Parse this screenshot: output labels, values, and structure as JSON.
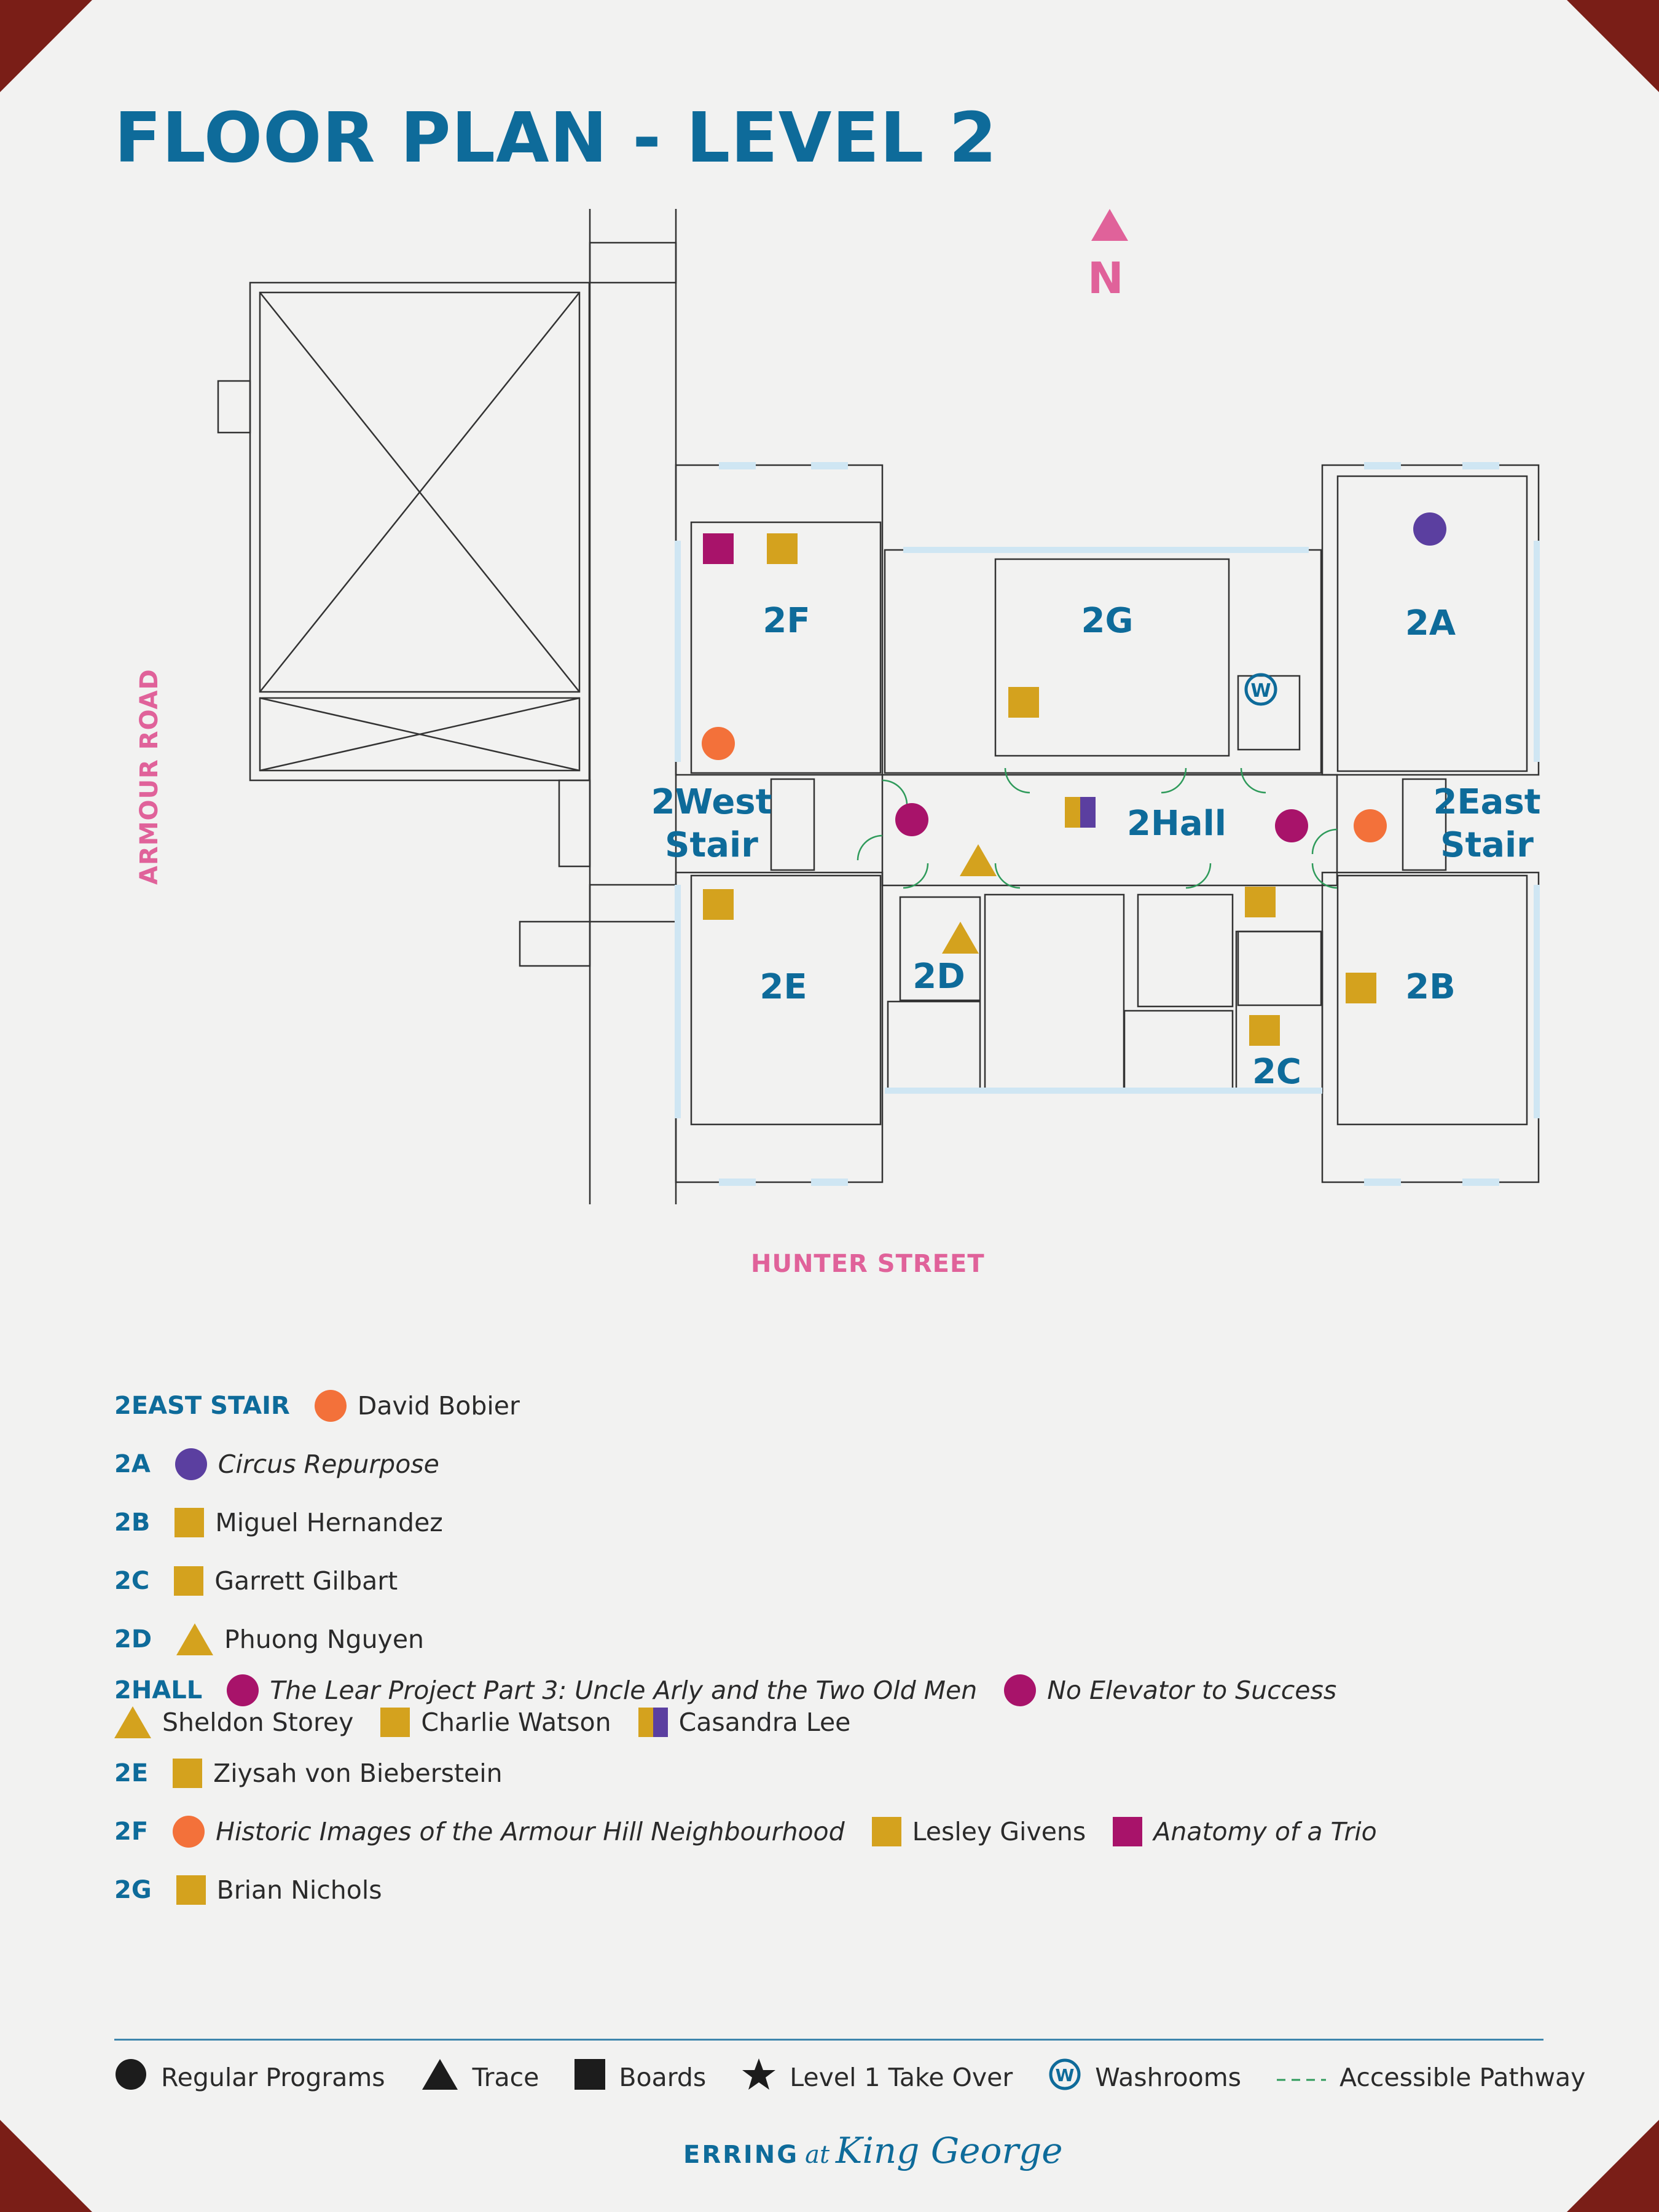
{
  "title": "FLOOR PLAN - LEVEL 2",
  "north": "N",
  "streets": {
    "west": "ARMOUR ROAD",
    "south": "HUNTER STREET"
  },
  "rooms": {
    "r2f": "2F",
    "r2g": "2G",
    "r2a": "2A",
    "r2e": "2E",
    "r2d": "2D",
    "r2c": "2C",
    "r2b": "2B",
    "hall": "2Hall",
    "west_stair": "2West Stair",
    "east_stair": "2East Stair",
    "washroom_glyph": "W"
  },
  "colors": {
    "accent": "#0e6b9a",
    "pink": "#e0629a",
    "orange": "#f3713a",
    "purple": "#5b3fa0",
    "magenta": "#a8136a",
    "gold": "#d4a21e",
    "green": "#2e9a5a",
    "window": "#cfe6f3"
  },
  "legend": [
    {
      "room": "2EAST STAIR",
      "items": [
        {
          "shape": "circle",
          "color": "orange",
          "text": "David Bobier",
          "italic": false
        }
      ]
    },
    {
      "room": "2A",
      "items": [
        {
          "shape": "circle",
          "color": "purple",
          "text": "Circus Repurpose",
          "italic": true
        }
      ]
    },
    {
      "room": "2B",
      "items": [
        {
          "shape": "square",
          "color": "gold",
          "text": "Miguel Hernandez",
          "italic": false
        }
      ]
    },
    {
      "room": "2C",
      "items": [
        {
          "shape": "square",
          "color": "gold",
          "text": "Garrett Gilbart",
          "italic": false
        }
      ]
    },
    {
      "room": "2D",
      "items": [
        {
          "shape": "triangle",
          "color": "gold",
          "text": "Phuong Nguyen",
          "italic": false
        }
      ]
    },
    {
      "room": "2HALL",
      "items": [
        {
          "shape": "circle",
          "color": "magenta",
          "text": "The Lear Project Part 3: Uncle Arly and the Two Old Men",
          "italic": true
        },
        {
          "shape": "circle",
          "color": "magenta",
          "text": "No Elevator to Success",
          "italic": true
        },
        {
          "shape": "triangle",
          "color": "gold",
          "text": "Sheldon Storey",
          "italic": false
        },
        {
          "shape": "square",
          "color": "gold",
          "text": "Charlie Watson",
          "italic": false
        },
        {
          "shape": "split",
          "color": "gold",
          "text": "Casandra Lee",
          "italic": false
        }
      ]
    },
    {
      "room": "2E",
      "items": [
        {
          "shape": "square",
          "color": "gold",
          "text": "Ziysah von Bieberstein",
          "italic": false
        }
      ]
    },
    {
      "room": "2F",
      "items": [
        {
          "shape": "circle",
          "color": "orange",
          "text": "Historic Images of the Armour Hill Neighbourhood",
          "italic": true
        },
        {
          "shape": "square",
          "color": "gold",
          "text": "Lesley Givens",
          "italic": false
        },
        {
          "shape": "square",
          "color": "magenta",
          "text": "Anatomy of a Trio",
          "italic": true
        }
      ]
    },
    {
      "room": "2G",
      "items": [
        {
          "shape": "square",
          "color": "gold",
          "text": "Brian Nichols",
          "italic": false
        }
      ]
    }
  ],
  "key": [
    {
      "icon": "circle-icon",
      "label": "Regular Programs"
    },
    {
      "icon": "triangle-icon",
      "label": "Trace"
    },
    {
      "icon": "square-icon",
      "label": "Boards"
    },
    {
      "icon": "star-icon",
      "label": "Level 1 Take Over"
    },
    {
      "icon": "washroom-icon",
      "label": "Washrooms",
      "glyph": "W"
    },
    {
      "icon": "dashed-line-icon",
      "label": "Accessible Pathway"
    }
  ],
  "footer": {
    "part1": "ERRING",
    "part2": "at",
    "part3": "King George"
  }
}
